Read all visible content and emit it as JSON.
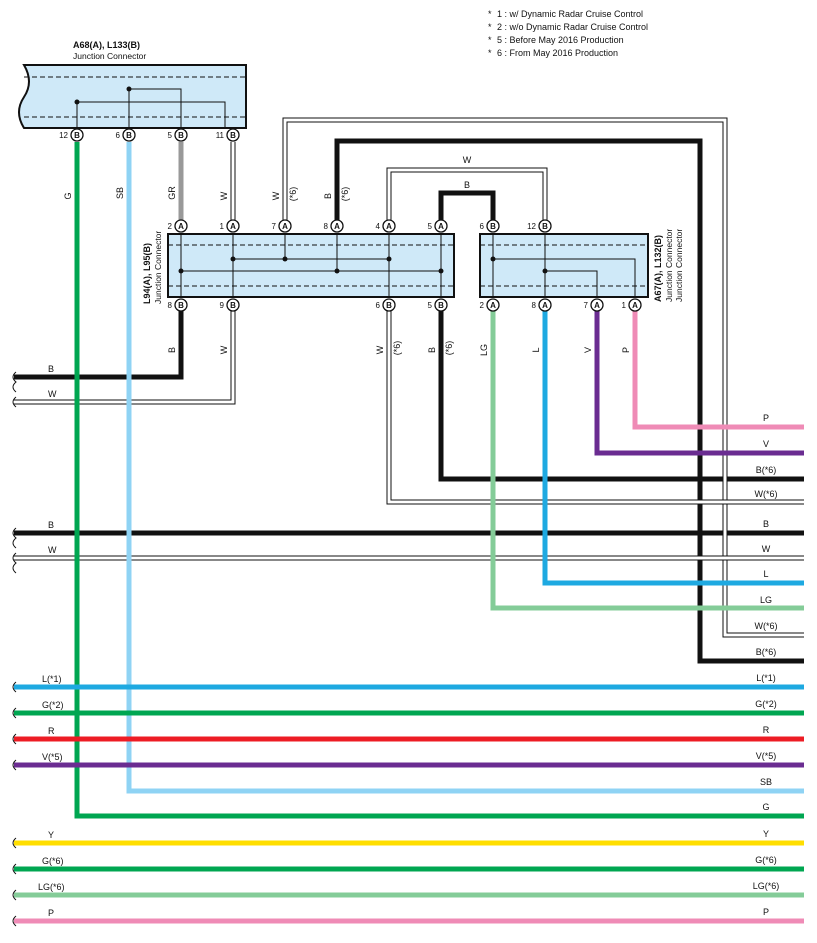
{
  "notes": [
    {
      "mark": "*",
      "text": "1 : w/ Dynamic Radar Cruise Control"
    },
    {
      "mark": "*",
      "text": "2 : w/o Dynamic Radar Cruise Control"
    },
    {
      "mark": "*",
      "text": "5 : Before May 2016 Production"
    },
    {
      "mark": "*",
      "text": "6 : From May 2016 Production"
    }
  ],
  "connectors": {
    "top": {
      "title": "A68(A), L133(B)",
      "subtitle": "Junction Connector"
    },
    "middle": {
      "title": "L94(A), L95(B)",
      "subtitle": "Junction Connector"
    },
    "right": {
      "title": "A67(A), L132(B)",
      "subtitle": "Junction Connector"
    }
  },
  "colors": {
    "B": "#111111",
    "W": "#ffffff",
    "G": "#00a651",
    "SB": "#8fd3f4",
    "GR": "#999999",
    "L": "#1ea9e1",
    "V": "#6a2c91",
    "P": "#ef8bb6",
    "LG": "#84cc98",
    "R": "#ed1c24",
    "Y": "#ffde00",
    "box": "#cfe9f8"
  },
  "pins": {
    "top": [
      {
        "num": "12",
        "letter": "B"
      },
      {
        "num": "6",
        "letter": "B"
      },
      {
        "num": "5",
        "letter": "B"
      },
      {
        "num": "11",
        "letter": "B"
      }
    ],
    "mid_top": [
      {
        "num": "2",
        "letter": "A"
      },
      {
        "num": "1",
        "letter": "A"
      },
      {
        "num": "7",
        "letter": "A"
      },
      {
        "num": "8",
        "letter": "A"
      },
      {
        "num": "4",
        "letter": "A"
      },
      {
        "num": "5",
        "letter": "A"
      }
    ],
    "mid_bottom": [
      {
        "num": "8",
        "letter": "B"
      },
      {
        "num": "9",
        "letter": "B"
      },
      {
        "num": "6",
        "letter": "B"
      },
      {
        "num": "5",
        "letter": "B"
      }
    ],
    "right_top": [
      {
        "num": "6",
        "letter": "B"
      },
      {
        "num": "12",
        "letter": "B"
      }
    ],
    "right_bottom": [
      {
        "num": "2",
        "letter": "A"
      },
      {
        "num": "8",
        "letter": "A"
      },
      {
        "num": "7",
        "letter": "A"
      },
      {
        "num": "1",
        "letter": "A"
      }
    ]
  },
  "wire_labels": {
    "top_vertical": [
      "G",
      "SB",
      "GR",
      "W"
    ],
    "upper_vertical": [
      "W",
      "(*6)",
      "B",
      "(*6)"
    ],
    "loop_w": "W",
    "loop_b": "B",
    "mid_lower_vertical": [
      "B",
      "W",
      "W",
      "(*6)",
      "B",
      "(*6)"
    ],
    "right_lower_vertical": [
      "LG",
      "L",
      "V",
      "P"
    ]
  },
  "left_lines": [
    "B",
    "W",
    "B",
    "W",
    "L(*1)",
    "G(*2)",
    "R",
    "V(*5)",
    "Y",
    "G(*6)",
    "LG(*6)",
    "P"
  ],
  "right_lines": [
    "P",
    "V",
    "B(*6)",
    "W(*6)",
    "B",
    "W",
    "L",
    "LG",
    "W(*6)",
    "B(*6)",
    "L(*1)",
    "G(*2)",
    "R",
    "V(*5)",
    "SB",
    "G",
    "Y",
    "G(*6)",
    "LG(*6)",
    "P"
  ]
}
